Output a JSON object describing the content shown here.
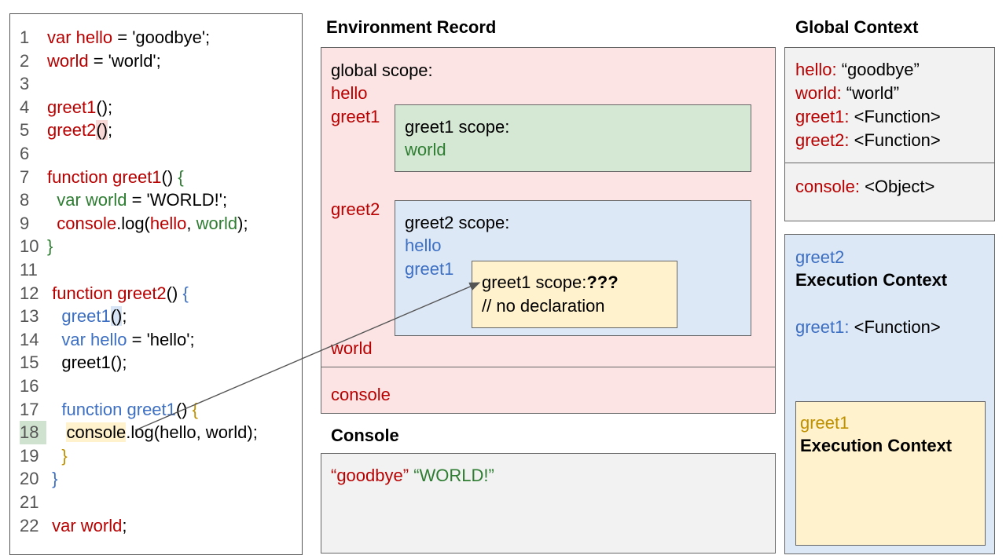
{
  "code_lines": [
    {
      "n": "1",
      "indent": "",
      "parts": [
        {
          "t": "var hello",
          "c": "red"
        },
        {
          "t": " = 'goodbye';",
          "c": ""
        }
      ]
    },
    {
      "n": "2",
      "indent": "",
      "parts": [
        {
          "t": "world",
          "c": "red"
        },
        {
          "t": " = 'world';",
          "c": ""
        }
      ]
    },
    {
      "n": "3",
      "indent": "",
      "parts": []
    },
    {
      "n": "4",
      "indent": "",
      "parts": [
        {
          "t": "greet1",
          "c": "red"
        },
        {
          "t": "();",
          "c": ""
        }
      ]
    },
    {
      "n": "5",
      "indent": "",
      "parts": [
        {
          "t": "greet2",
          "c": "red"
        },
        {
          "t": "()",
          "c": "",
          "h": "red"
        },
        {
          "t": ";",
          "c": ""
        }
      ]
    },
    {
      "n": "6",
      "indent": "",
      "parts": []
    },
    {
      "n": "7",
      "indent": "",
      "parts": [
        {
          "t": "function greet1",
          "c": "red"
        },
        {
          "t": "() ",
          "c": ""
        },
        {
          "t": "{",
          "c": "green"
        }
      ]
    },
    {
      "n": "8",
      "indent": "  ",
      "parts": [
        {
          "t": "var world",
          "c": "green"
        },
        {
          "t": " = 'WORLD!';",
          "c": ""
        }
      ]
    },
    {
      "n": "9",
      "indent": "  ",
      "parts": [
        {
          "t": "console",
          "c": "red"
        },
        {
          "t": ".log(",
          "c": ""
        },
        {
          "t": "hello",
          "c": "red"
        },
        {
          "t": ", ",
          "c": ""
        },
        {
          "t": "world",
          "c": "green"
        },
        {
          "t": ");",
          "c": ""
        }
      ]
    },
    {
      "n": "10",
      "indent": "",
      "parts": [
        {
          "t": "}",
          "c": "green"
        }
      ]
    },
    {
      "n": "11",
      "indent": "",
      "parts": []
    },
    {
      "n": "12",
      "indent": " ",
      "parts": [
        {
          "t": "function greet2",
          "c": "red"
        },
        {
          "t": "() ",
          "c": ""
        },
        {
          "t": "{",
          "c": "blue"
        }
      ]
    },
    {
      "n": "13",
      "indent": "   ",
      "parts": [
        {
          "t": "greet1",
          "c": "blue"
        },
        {
          "t": "()",
          "c": "",
          "h": "blue"
        },
        {
          "t": ";",
          "c": ""
        }
      ]
    },
    {
      "n": "14",
      "indent": "   ",
      "parts": [
        {
          "t": "var hello",
          "c": "blue"
        },
        {
          "t": " = 'hello';",
          "c": ""
        }
      ]
    },
    {
      "n": "15",
      "indent": "   ",
      "parts": [
        {
          "t": "greet1();",
          "c": ""
        }
      ]
    },
    {
      "n": "16",
      "indent": "",
      "parts": []
    },
    {
      "n": "17",
      "indent": "   ",
      "parts": [
        {
          "t": "function greet1",
          "c": "blue"
        },
        {
          "t": "() ",
          "c": ""
        },
        {
          "t": "{",
          "c": "gold"
        }
      ]
    },
    {
      "n": "18",
      "indent": "    ",
      "hl": true,
      "parts": [
        {
          "t": "console",
          "c": "",
          "h": "gold"
        },
        {
          "t": ".log(hello, world);",
          "c": ""
        }
      ]
    },
    {
      "n": "19",
      "indent": "   ",
      "parts": [
        {
          "t": "}",
          "c": "gold"
        }
      ]
    },
    {
      "n": "20",
      "indent": " ",
      "parts": [
        {
          "t": "}",
          "c": "blue"
        }
      ]
    },
    {
      "n": "21",
      "indent": "",
      "parts": []
    },
    {
      "n": "22",
      "indent": " ",
      "parts": [
        {
          "t": "var world",
          "c": "red"
        },
        {
          "t": ";",
          "c": ""
        }
      ]
    }
  ],
  "env": {
    "title": "Environment Record",
    "global_label": "global scope:",
    "hello": "hello",
    "greet1": "greet1",
    "greet2": "greet2",
    "world": "world",
    "console": "console",
    "greet1_scope_label": "greet1 scope:",
    "greet1_scope_world": "world",
    "greet2_scope_label": "greet2 scope:",
    "greet2_scope_hello": "hello",
    "greet2_scope_greet1": "greet1",
    "inner_scope_label": "greet1 scope:",
    "inner_scope_qmarks": "???",
    "inner_scope_comment": "// no declaration"
  },
  "console": {
    "title": "Console",
    "out1": "“goodbye”",
    "out2": "“WORLD!”"
  },
  "global_context": {
    "title": "Global Context",
    "hello_key": "hello:",
    "hello_val": " “goodbye”",
    "world_key": "world:",
    "world_val": " “world”",
    "greet1_key": "greet1:",
    "greet1_val": " <Function>",
    "greet2_key": "greet2:",
    "greet2_val": " <Function>",
    "console_key": "console:",
    "console_val": " <Object>"
  },
  "greet2_ec": {
    "name": "greet2",
    "label": "Execution Context",
    "greet1_key": "greet1:",
    "greet1_val": " <Function>"
  },
  "greet1_ec": {
    "name": "greet1",
    "label": "Execution Context"
  },
  "colors": {
    "red": "#b80000",
    "green": "#2e7d32",
    "blue": "#3d6fc2",
    "gold": "#bf9000",
    "env_bg": "#fce4e4",
    "green_bg": "#d5e8d4",
    "blue_bg": "#dde8f7",
    "yellow_bg": "#fff2cc",
    "gray_bg": "#f2f2f2"
  }
}
